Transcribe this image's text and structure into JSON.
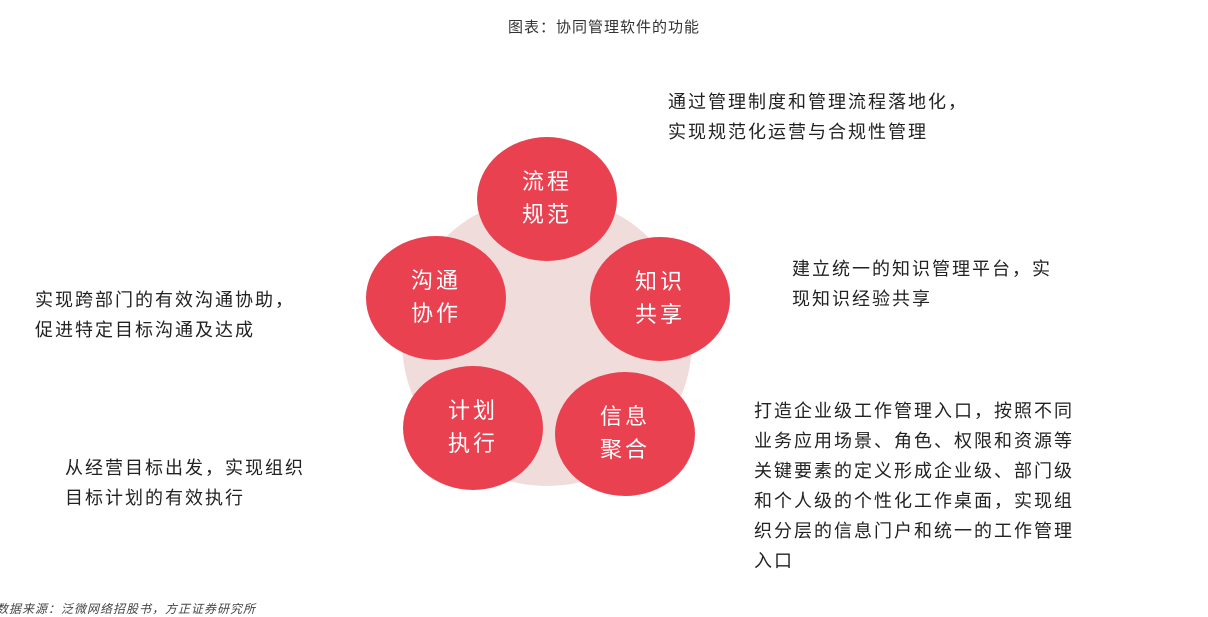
{
  "title": "图表：协同管理软件的功能",
  "accent_color": "#ea4151",
  "background_circle_color": "#f1dcdc",
  "nodes": [
    {
      "id": "process",
      "line1": "流程",
      "line2": "规范",
      "desc": [
        "通过管理制度和管理流程落地化，",
        "实现规范化运营与合规性管理"
      ]
    },
    {
      "id": "knowledge",
      "line1": "知识",
      "line2": "共享",
      "desc": [
        "建立统一的知识管理平台，实",
        "现知识经验共享"
      ]
    },
    {
      "id": "info",
      "line1": "信息",
      "line2": "聚合",
      "desc": [
        "打造企业级工作管理入口，按照不同",
        "业务应用场景、角色、权限和资源等",
        "关键要素的定义形成企业级、部门级",
        "和个人级的个性化工作桌面，实现组",
        "织分层的信息门户和统一的工作管理",
        "入口"
      ]
    },
    {
      "id": "plan",
      "line1": "计划",
      "line2": "执行",
      "desc": [
        "从经营目标出发，实现组织",
        "目标计划的有效执行"
      ]
    },
    {
      "id": "communication",
      "line1": "沟通",
      "line2": "协作",
      "desc": [
        "实现跨部门的有效沟通协助，",
        "促进特定目标沟通及达成"
      ]
    }
  ],
  "source": "数据来源：泛微网络招股书，方正证券研究所"
}
